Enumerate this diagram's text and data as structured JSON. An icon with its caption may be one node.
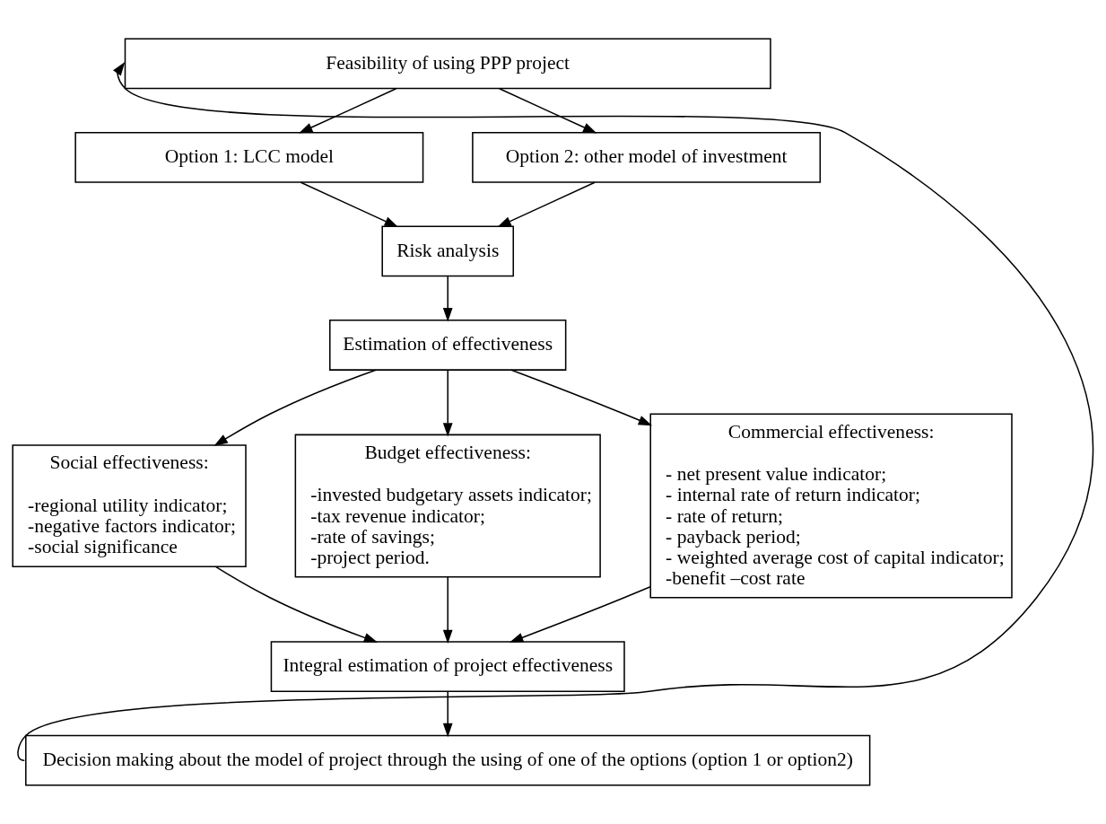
{
  "diagram": {
    "nodes": [
      {
        "text": [
          "Feasibility of using PPP project"
        ]
      },
      {
        "text": [
          "Option 1: LCC model"
        ]
      },
      {
        "text": [
          "Option 2: other model of investment"
        ]
      },
      {
        "text": [
          "Risk analysis"
        ]
      },
      {
        "text": [
          "Estimation of effectiveness"
        ]
      },
      {
        "text": [
          "Social effectiveness:",
          "-regional utility indicator;",
          "-negative factors indicator;",
          "-social significance"
        ]
      },
      {
        "text": [
          "Budget effectiveness:",
          "-invested budgetary assets indicator;",
          "-tax revenue indicator;",
          "-rate of savings;",
          "-project period."
        ]
      },
      {
        "text": [
          "Commercial effectiveness:",
          "- net present value indicator;",
          "- internal rate of return indicator;",
          "- rate of return;",
          "- payback period;",
          "- weighted average cost of capital indicator;",
          "-benefit –cost rate"
        ]
      },
      {
        "text": [
          "Integral estimation of project effectiveness"
        ]
      },
      {
        "text": [
          "Decision making about the model of project through the using of one of the options (option 1 or option2)"
        ]
      }
    ],
    "edges": [
      {
        "from": 0,
        "to": 1,
        "arrow": "to"
      },
      {
        "from": 0,
        "to": 2,
        "arrow": "to"
      },
      {
        "from": 1,
        "to": 3,
        "arrow": "to"
      },
      {
        "from": 2,
        "to": 3,
        "arrow": "to"
      },
      {
        "from": 3,
        "to": 4,
        "arrow": "to"
      },
      {
        "from": 4,
        "to": 5,
        "arrow": "to"
      },
      {
        "from": 4,
        "to": 6,
        "arrow": "to"
      },
      {
        "from": 4,
        "to": 7,
        "arrow": "to"
      },
      {
        "from": 5,
        "to": 8,
        "arrow": "to"
      },
      {
        "from": 6,
        "to": 8,
        "arrow": "to"
      },
      {
        "from": 7,
        "to": 8,
        "arrow": "to"
      },
      {
        "from": 8,
        "to": 9,
        "arrow": "to"
      },
      {
        "from": 9,
        "to": 0,
        "arrow": "to"
      }
    ]
  }
}
